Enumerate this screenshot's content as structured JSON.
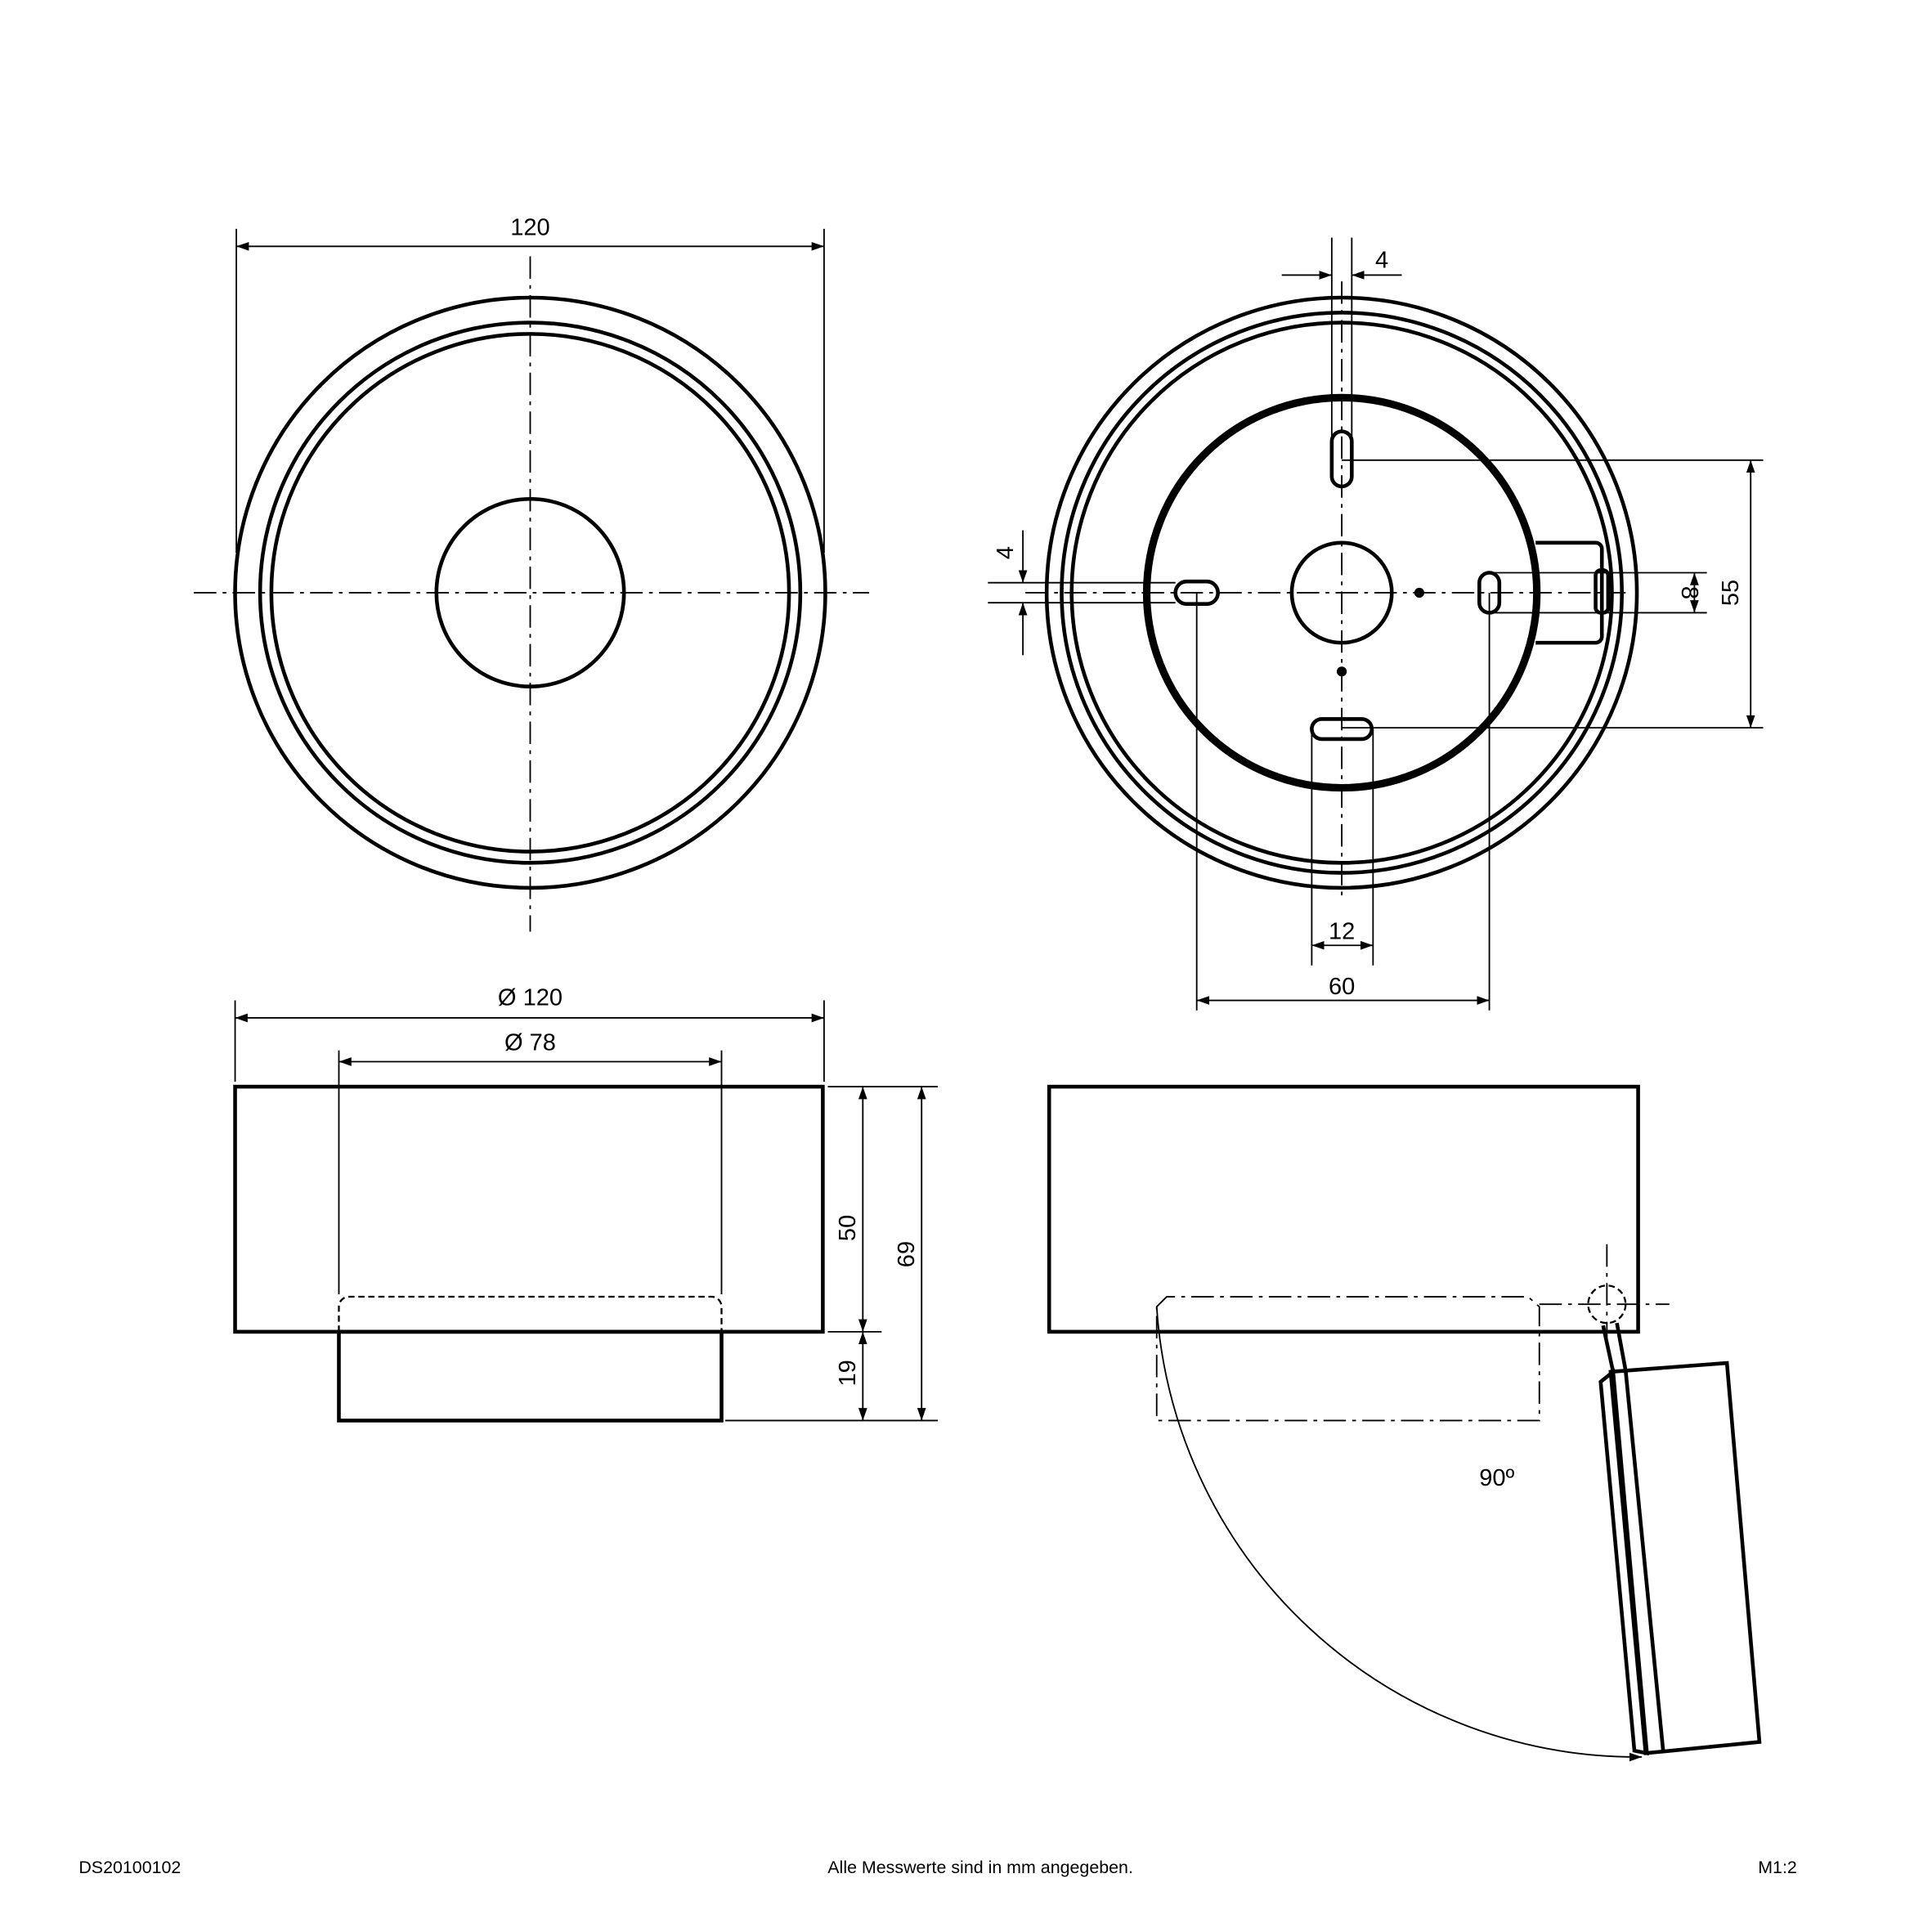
{
  "drawing": {
    "top_left": {
      "dim_width": "120"
    },
    "top_right": {
      "dim_slot_width": "4",
      "dim_slot_height": "4",
      "dim_55": "55",
      "dim_8": "8",
      "dim_12": "12",
      "dim_60": "60"
    },
    "bottom_left": {
      "dim_dia_120": "Ø 120",
      "dim_dia_78": "Ø 78",
      "dim_50": "50",
      "dim_19": "19",
      "dim_69": "69"
    },
    "bottom_right": {
      "angle": "90º"
    }
  },
  "footer": {
    "doc_id": "DS20100102",
    "note": "Alle Messwerte sind in mm angegeben.",
    "scale": "M1:2"
  }
}
